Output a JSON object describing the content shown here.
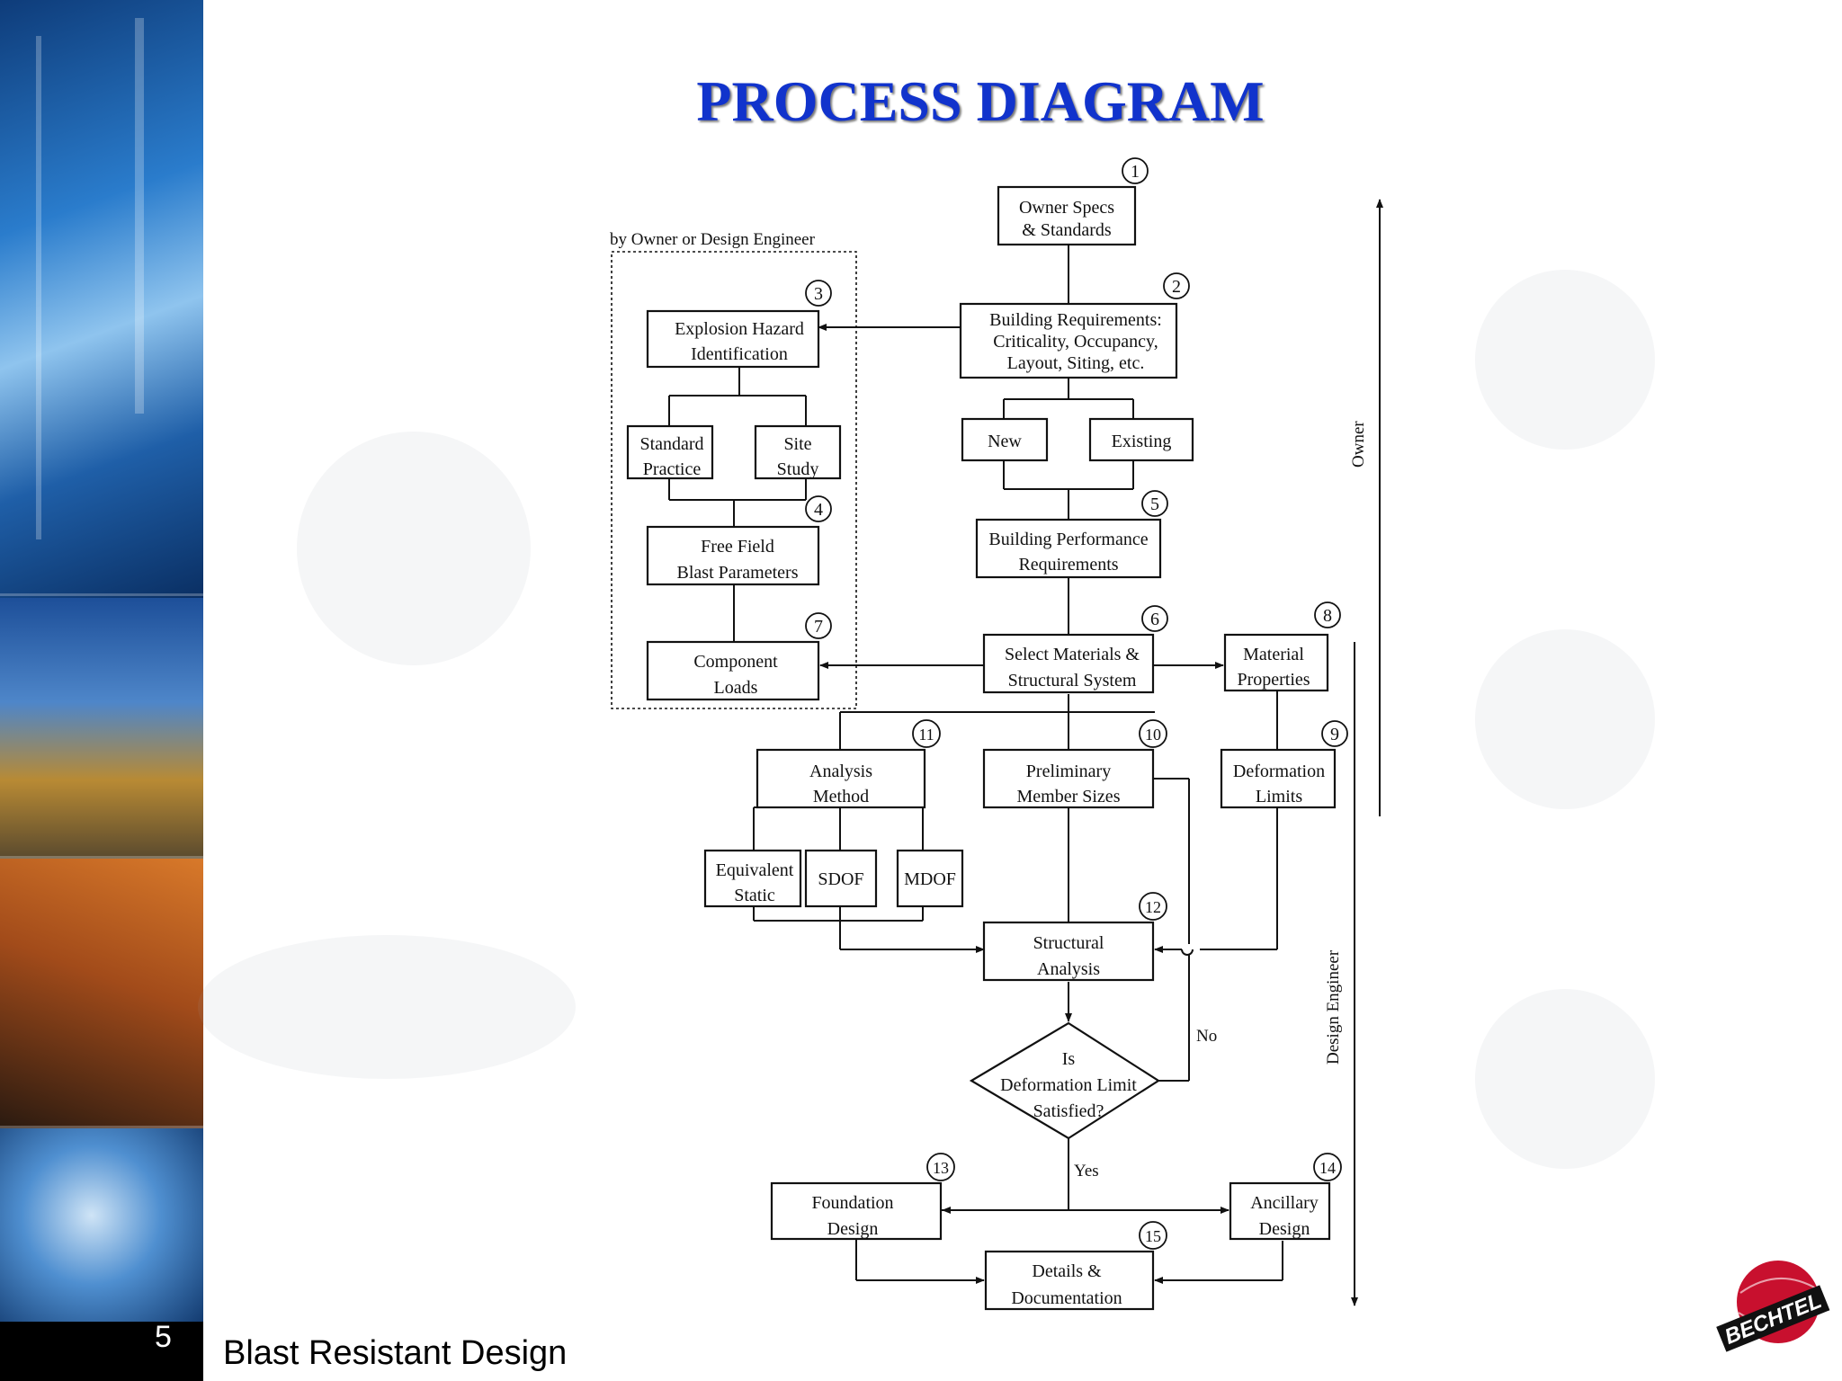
{
  "slide": {
    "title": "PROCESS DIAGRAM",
    "slide_number": "5",
    "footer_title": "Blast Resistant Design",
    "logo_text": "BECHTEL",
    "accent_color": "#1133cc"
  },
  "diagram": {
    "group_label": "by Owner or Design Engineer",
    "side_labels": {
      "owner": "Owner",
      "design_engineer": "Design Engineer"
    },
    "nodes": {
      "owner_specs": {
        "num": "1",
        "lines": [
          "Owner Specs",
          "& Standards"
        ]
      },
      "building_requirements": {
        "num": "2",
        "lines": [
          "Building Requirements:",
          "Criticality, Occupancy,",
          "Layout, Siting, etc."
        ]
      },
      "explosion_hazard": {
        "num": "3",
        "lines": [
          "Explosion Hazard",
          "Identification"
        ]
      },
      "standard_practice": {
        "lines": [
          "Standard",
          "Practice"
        ]
      },
      "site_study": {
        "lines": [
          "Site",
          "Study"
        ]
      },
      "new": {
        "lines": [
          "New"
        ]
      },
      "existing": {
        "lines": [
          "Existing"
        ]
      },
      "free_field": {
        "num": "4",
        "lines": [
          "Free Field",
          "Blast Parameters"
        ]
      },
      "building_performance": {
        "num": "5",
        "lines": [
          "Building Performance",
          "Requirements"
        ]
      },
      "select_materials": {
        "num": "6",
        "lines": [
          "Select Materials &",
          "Structural System"
        ]
      },
      "component_loads": {
        "num": "7",
        "lines": [
          "Component",
          "Loads"
        ]
      },
      "material_properties": {
        "num": "8",
        "lines": [
          "Material",
          "Properties"
        ]
      },
      "deformation_limits": {
        "num": "9",
        "lines": [
          "Deformation",
          "Limits"
        ]
      },
      "preliminary_sizes": {
        "num": "10",
        "lines": [
          "Preliminary",
          "Member Sizes"
        ]
      },
      "analysis_method": {
        "num": "11",
        "lines": [
          "Analysis",
          "Method"
        ]
      },
      "equivalent_static": {
        "lines": [
          "Equivalent",
          "Static"
        ]
      },
      "sdof": {
        "lines": [
          "SDOF"
        ]
      },
      "mdof": {
        "lines": [
          "MDOF"
        ]
      },
      "structural_analysis": {
        "num": "12",
        "lines": [
          "Structural",
          "Analysis"
        ]
      },
      "decision": {
        "lines": [
          "Is",
          "Deformation Limit",
          "Satisfied?"
        ],
        "no_label": "No",
        "yes_label": "Yes"
      },
      "foundation_design": {
        "num": "13",
        "lines": [
          "Foundation",
          "Design"
        ]
      },
      "ancillary_design": {
        "num": "14",
        "lines": [
          "Ancillary",
          "Design"
        ]
      },
      "details": {
        "num": "15",
        "lines": [
          "Details &",
          "Documentation"
        ]
      }
    }
  }
}
